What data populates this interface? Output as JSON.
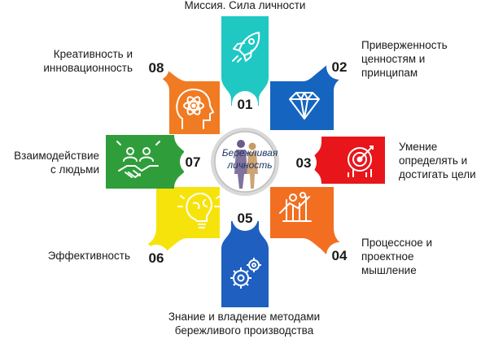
{
  "center": {
    "line1": "Бережливая",
    "line2": "личность"
  },
  "items": [
    {
      "num": "01",
      "color": "#1fc8c3",
      "icon": "rocket-icon",
      "label": [
        "Миссия. Сила личности"
      ]
    },
    {
      "num": "02",
      "color": "#1565c0",
      "icon": "diamond-icon",
      "label": [
        "Приверженность",
        "ценностям и",
        "принципам"
      ]
    },
    {
      "num": "03",
      "color": "#e8161b",
      "icon": "target-icon",
      "label": [
        "Умение",
        "определять и",
        "достигать цели"
      ]
    },
    {
      "num": "04",
      "color": "#f26f21",
      "icon": "process-chart-icon",
      "label": [
        "Процессное и",
        "проектное",
        "мышление"
      ]
    },
    {
      "num": "05",
      "color": "#1f5fc0",
      "icon": "gears-icon",
      "label": [
        "Знание и владение методами",
        "бережливого производства"
      ]
    },
    {
      "num": "06",
      "color": "#f7e30c",
      "icon": "brain-bulb-icon",
      "label": [
        "Эффективность"
      ]
    },
    {
      "num": "07",
      "color": "#2f9e3a",
      "icon": "handshake-icon",
      "label": [
        "Взаимодействие",
        "с людьми"
      ]
    },
    {
      "num": "08",
      "color": "#f07b22",
      "icon": "head-atom-icon",
      "label": [
        "Креативность и",
        "инновационность"
      ]
    }
  ]
}
